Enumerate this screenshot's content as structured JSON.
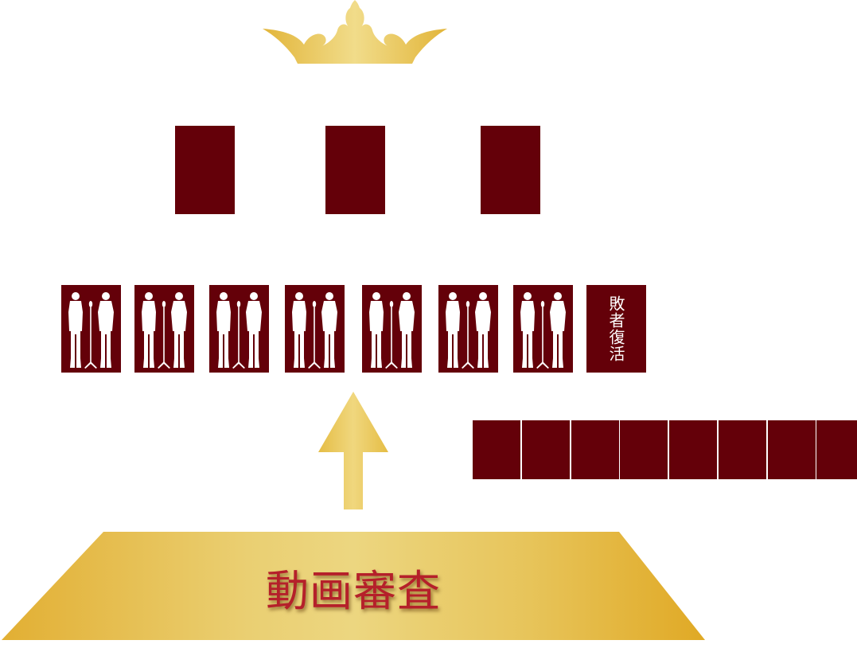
{
  "colors": {
    "box": "#640009",
    "gold": "#e8c24a",
    "label": "#b5202a",
    "silhouette": "#ffffff"
  },
  "crown": {
    "icon": "crown-icon"
  },
  "final_round": {
    "count": 3
  },
  "semifinal": {
    "performer_icon": "duo-with-microphone-icon",
    "performer_count": 7,
    "revival_label": "敗者復活"
  },
  "side_slots": {
    "count": 8
  },
  "arrow": {
    "icon": "up-arrow-icon"
  },
  "base": {
    "label": "動画審査"
  }
}
